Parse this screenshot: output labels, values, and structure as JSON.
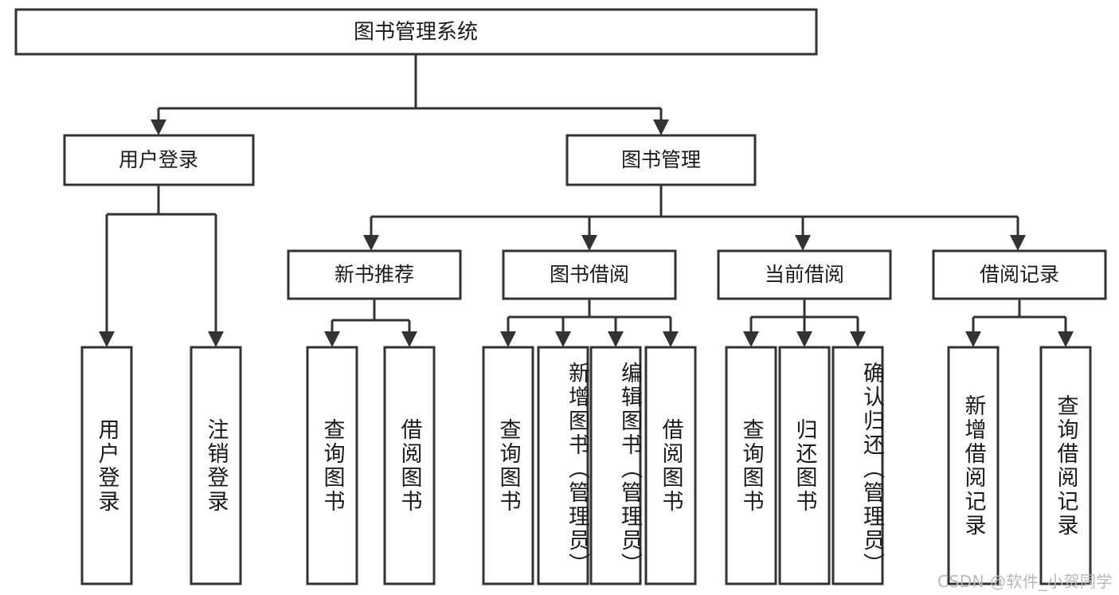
{
  "diagram": {
    "type": "tree-hierarchy",
    "title": "图书管理系统",
    "watermark": "CSDN @软件_小贺同学",
    "colors": {
      "stroke": "#333333",
      "fill": "#ffffff",
      "text": "#1a1a1a",
      "watermark": "#b8b8b8"
    },
    "levels": {
      "root": {
        "label": "图书管理系统"
      },
      "level2": [
        {
          "id": "user-login",
          "label": "用户登录"
        },
        {
          "id": "book-manage",
          "label": "图书管理"
        }
      ],
      "level3": [
        {
          "id": "new-book-rec",
          "label": "新书推荐",
          "parent": "book-manage"
        },
        {
          "id": "book-borrow",
          "label": "图书借阅",
          "parent": "book-manage"
        },
        {
          "id": "current-borrow",
          "label": "当前借阅",
          "parent": "book-manage"
        },
        {
          "id": "borrow-record",
          "label": "借阅记录",
          "parent": "book-manage"
        }
      ],
      "leaves": [
        {
          "id": "leaf-user-login",
          "label": "用户登录",
          "parent": "user-login"
        },
        {
          "id": "leaf-logout-login",
          "label": "注销登录",
          "parent": "user-login"
        },
        {
          "id": "leaf-query-book-1",
          "label": "查询图书",
          "parent": "new-book-rec"
        },
        {
          "id": "leaf-borrow-book-1",
          "label": "借阅图书",
          "parent": "new-book-rec"
        },
        {
          "id": "leaf-query-book-2",
          "label": "查询图书",
          "parent": "book-borrow"
        },
        {
          "id": "leaf-add-book",
          "label": "新增图书（管理员）",
          "parent": "book-borrow"
        },
        {
          "id": "leaf-edit-book",
          "label": "编辑图书（管理员）",
          "parent": "book-borrow"
        },
        {
          "id": "leaf-borrow-book-2",
          "label": "借阅图书",
          "parent": "book-borrow"
        },
        {
          "id": "leaf-query-book-3",
          "label": "查询图书",
          "parent": "current-borrow"
        },
        {
          "id": "leaf-return-book",
          "label": "归还图书",
          "parent": "current-borrow"
        },
        {
          "id": "leaf-confirm-return",
          "label": "确认归还（管理员）",
          "parent": "current-borrow"
        },
        {
          "id": "leaf-add-record",
          "label": "新增借阅记录",
          "parent": "borrow-record"
        },
        {
          "id": "leaf-query-record",
          "label": "查询借阅记录",
          "parent": "borrow-record"
        }
      ]
    }
  }
}
